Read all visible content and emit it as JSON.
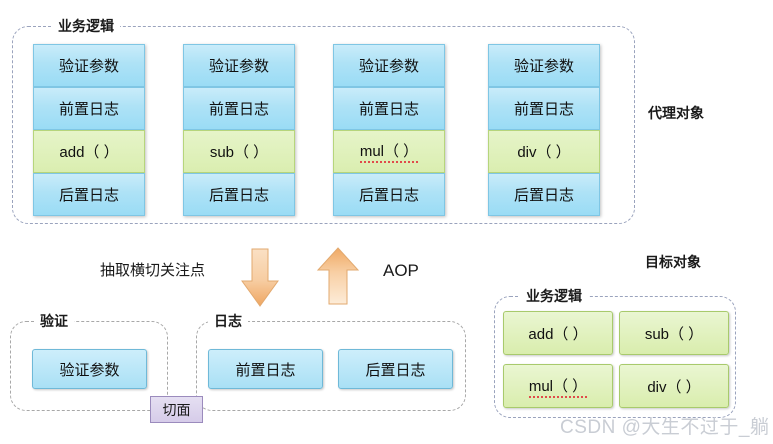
{
  "diagram": {
    "title_top_right": "代理对象",
    "title_bottom_right": "目标对象",
    "proxy_group_caption": "业务逻辑",
    "target_group_caption": "业务逻辑",
    "validate_group_caption": "验证",
    "log_group_caption": "日志",
    "extract_label": "抽取横切关注点",
    "aop_label": "AOP",
    "aspect_label": "切面",
    "watermark": "CSDN @大生不过于_躺"
  },
  "proxy_columns": [
    {
      "method": "add（ ）",
      "rows": [
        "验证参数",
        "前置日志",
        "add（ ）",
        "后置日志"
      ]
    },
    {
      "method": "sub（ ）",
      "rows": [
        "验证参数",
        "前置日志",
        "sub（ ）",
        "后置日志"
      ]
    },
    {
      "method": "mul（ ）",
      "rows": [
        "验证参数",
        "前置日志",
        "mul（ ）",
        "后置日志"
      ]
    },
    {
      "method": "div（ ）",
      "rows": [
        "验证参数",
        "前置日志",
        "div（ ）",
        "后置日志"
      ]
    }
  ],
  "validate_group": {
    "boxes": [
      "验证参数"
    ]
  },
  "log_group": {
    "boxes": [
      "前置日志",
      "后置日志"
    ]
  },
  "target_group": {
    "boxes": [
      "add（ ）",
      "sub（ ）",
      "mul（ ）",
      "div（ ）"
    ]
  },
  "colors": {
    "blue_fill": "#a9e0f5",
    "blue_border": "#6fb9d8",
    "green_fill": "#d9edad",
    "green_border": "#a8ca6c",
    "dashed_border": "#9aa3bd",
    "arrow_fill": "#f5c391",
    "aspect_fill": "#d6cce9",
    "watermark_color": "#c9cdd4"
  }
}
